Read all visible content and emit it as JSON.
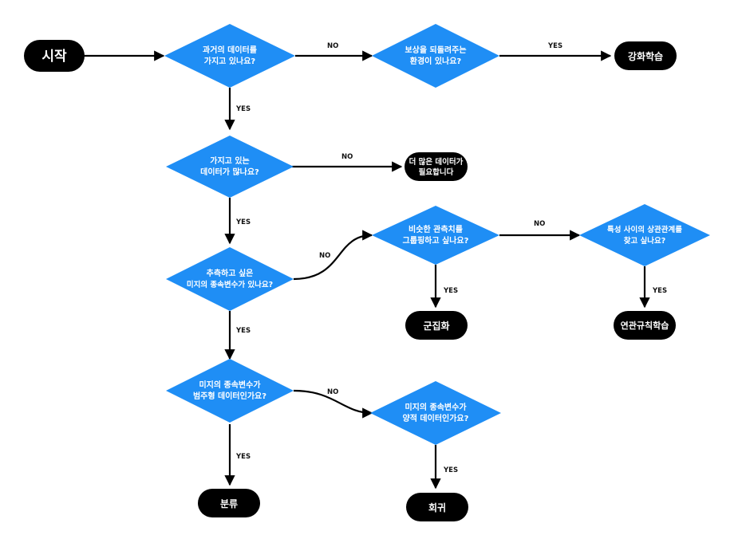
{
  "colors": {
    "decision": "#1f8ef5",
    "terminal": "#000000",
    "text_on_node": "#ffffff",
    "line": "#000000"
  },
  "nodes": {
    "start": "시작",
    "q_past_data": [
      "과거의 데이터를",
      "가지고 있나요?"
    ],
    "q_reward_env": [
      "보상을 되돌려주는",
      "환경이 있나요?"
    ],
    "rl": "강화학습",
    "q_labeled": [
      "가지고 있는",
      "데이터가 많나요?"
    ],
    "need_more": [
      "더 많은 데이터가",
      "필요합니다"
    ],
    "q_target": [
      "추측하고 싶은",
      "미지의 종속변수가 있나요?"
    ],
    "q_group": [
      "비슷한 관측치를",
      "그룹핑하고 싶나요?"
    ],
    "clustering": "군집화",
    "q_relation": [
      "특성 사이의 상관관계를",
      "찾고 싶나요?"
    ],
    "assoc": "연관규칙학습",
    "q_categorical": [
      "미지의 종속변수가",
      "범주형 데이터인가요?"
    ],
    "classification": "분류",
    "q_quantitative": [
      "미지의 종속변수가",
      "양적 데이터인가요?"
    ],
    "regression": "회귀"
  },
  "edges": [
    {
      "id": "start-past",
      "label": ""
    },
    {
      "id": "past-reward",
      "label": "NO"
    },
    {
      "id": "reward-rl",
      "label": "YES"
    },
    {
      "id": "past-labeled",
      "label": "YES"
    },
    {
      "id": "labeled-more",
      "label": "NO"
    },
    {
      "id": "labeled-target",
      "label": "YES"
    },
    {
      "id": "target-group",
      "label": "NO"
    },
    {
      "id": "group-cluster",
      "label": "YES"
    },
    {
      "id": "group-relation",
      "label": "NO"
    },
    {
      "id": "relation-assoc",
      "label": "YES"
    },
    {
      "id": "target-cat",
      "label": "YES"
    },
    {
      "id": "cat-class",
      "label": "YES"
    },
    {
      "id": "cat-quant",
      "label": "NO"
    },
    {
      "id": "quant-reg",
      "label": "YES"
    }
  ]
}
